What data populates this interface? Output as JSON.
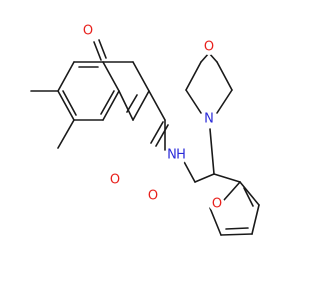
{
  "diagram": {
    "type": "chemical-structure",
    "atom_labels": {
      "ketone_oxygen": "O",
      "pyranone_oxygen": "O",
      "amide_oxygen": "O",
      "amide_nitrogen": "N",
      "amide_hydrogen": "H",
      "morpholine_nitrogen": "N",
      "morpholine_oxygen": "O",
      "furan_oxygen": "O"
    },
    "colors": {
      "bond": "#1a1a1a",
      "oxygen": "#e8201c",
      "nitrogen": "#2b2bd9",
      "background": "#ffffff"
    }
  }
}
